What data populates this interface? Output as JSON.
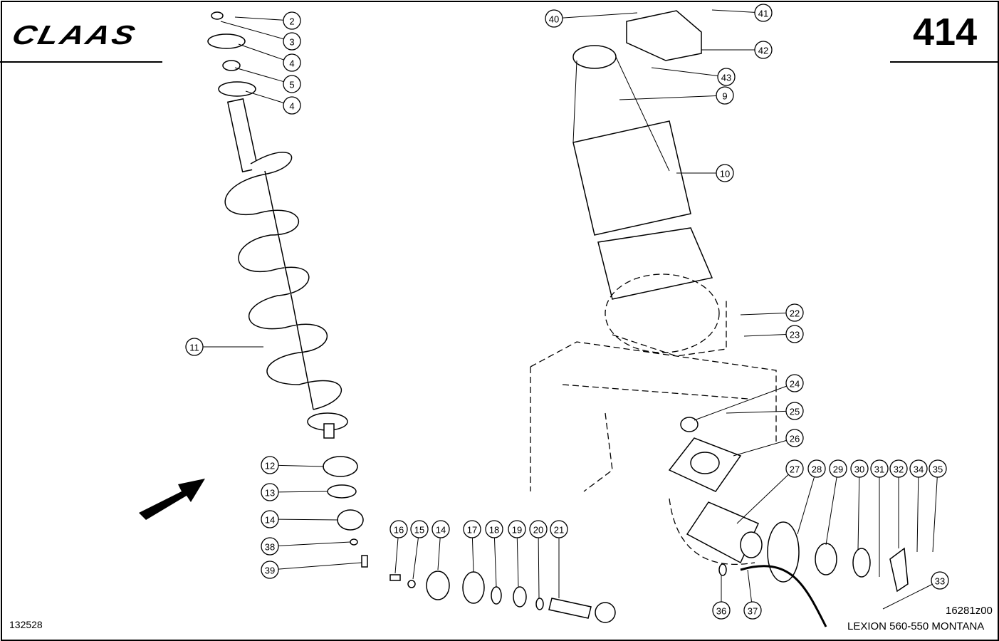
{
  "header": {
    "logo": "CLAAS",
    "page_number": "414"
  },
  "footer": {
    "drawing_number": "132528",
    "reference": "16281z00",
    "model": "LEXION 560-550 MONTANA"
  },
  "callouts": [
    "2",
    "3",
    "4",
    "5",
    "4",
    "40",
    "41",
    "42",
    "43",
    "9",
    "10",
    "22",
    "23",
    "24",
    "25",
    "26",
    "11",
    "12",
    "13",
    "14",
    "38",
    "39",
    "27",
    "28",
    "29",
    "30",
    "31",
    "32",
    "34",
    "35",
    "33",
    "16",
    "15",
    "14",
    "17",
    "18",
    "19",
    "20",
    "21",
    "36",
    "37"
  ]
}
